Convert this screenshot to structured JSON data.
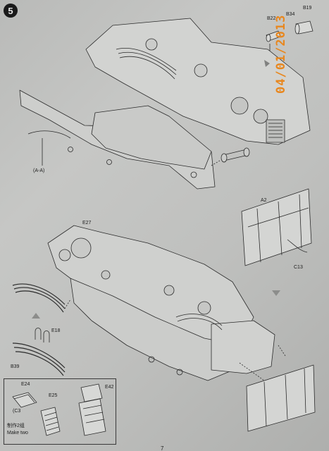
{
  "step": {
    "number": "5"
  },
  "stamp": {
    "date": "04/01/2013"
  },
  "callouts": {
    "b22": "B22",
    "b34": "B34",
    "b19": "B19",
    "section": "(A-A)",
    "a2": "A2",
    "c13": "C13",
    "e27": "E27",
    "e18": "E18",
    "b39": "B39"
  },
  "inset": {
    "e24": "E24",
    "e25": "E25",
    "e42": "E42",
    "c3": "(C3",
    "note_cn": "制作2组",
    "note_en": "Make two"
  },
  "page": {
    "number": "7"
  },
  "colors": {
    "paper": "#c3c4c2",
    "line": "#2b2b2b",
    "stamp": "#e8871e"
  }
}
